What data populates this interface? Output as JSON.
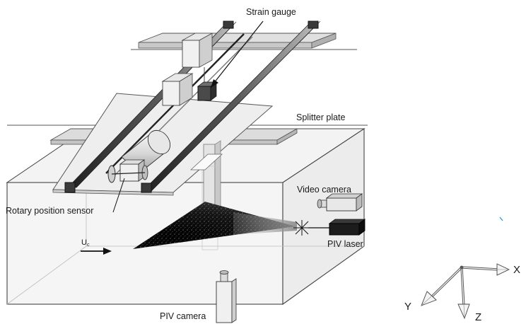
{
  "diagram": {
    "labels": {
      "strain_gauge": "Strain gauge",
      "splitter_plate": "Splitter plate",
      "video_camera": "Video camera",
      "rotary_position_sensor": "Rotary position sensor",
      "u_symbol": "U",
      "u_subscript": "c",
      "piv_laser": "PIV laser",
      "piv_camera": "PIV camera"
    },
    "axes": {
      "x": "X",
      "y": "Y",
      "z": "Z"
    },
    "colors": {
      "line": "#333333",
      "rail_dark": "#3a3a3a",
      "rail_light": "#9a9a9a",
      "plate": "#efefef",
      "tank": "#f6f6f6",
      "laser_sheet": "#111111",
      "marker": "#2a9bd6"
    }
  }
}
